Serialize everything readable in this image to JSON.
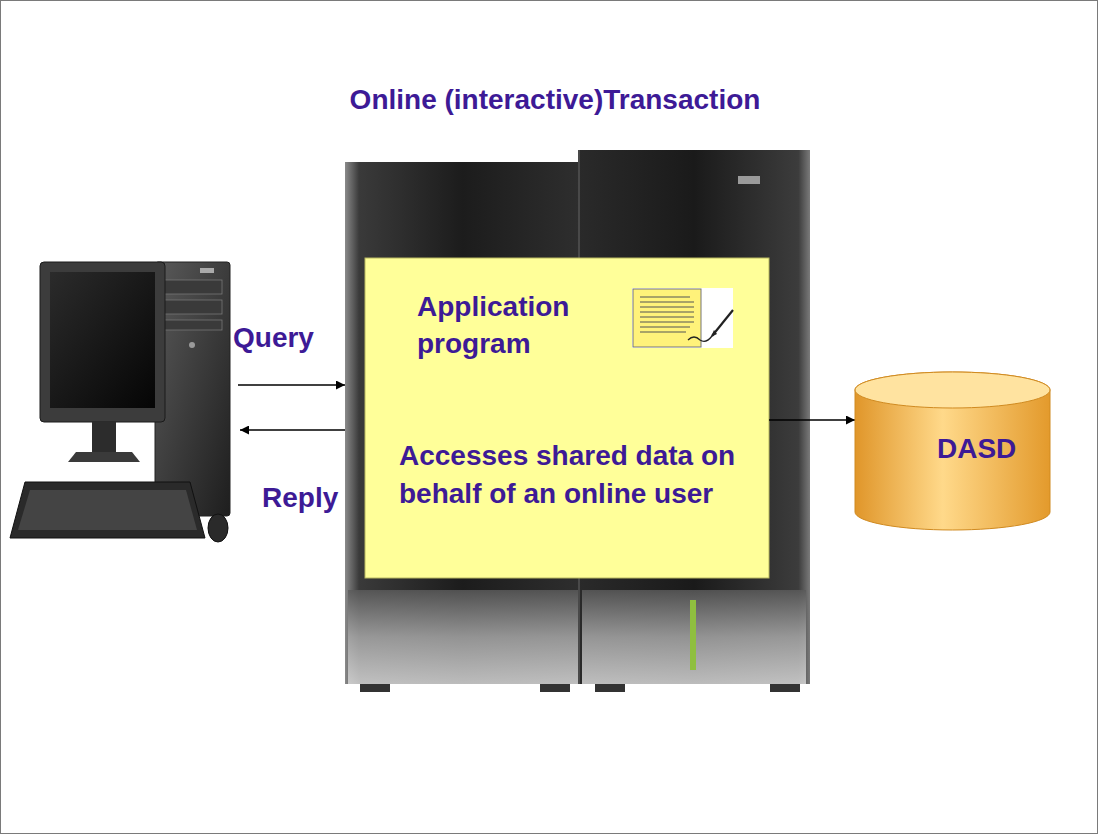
{
  "diagram": {
    "title": "Online (interactive)Transaction",
    "nodes": [
      {
        "text": [
          "Application program",
          "Accesses shared data on behalf of an online user"
        ]
      },
      {
        "text": [
          "DASD"
        ]
      }
    ],
    "edges": [
      {
        "from": 0,
        "to": 1,
        "arrow": "to"
      }
    ],
    "labels": [
      "Query",
      "Reply"
    ]
  }
}
